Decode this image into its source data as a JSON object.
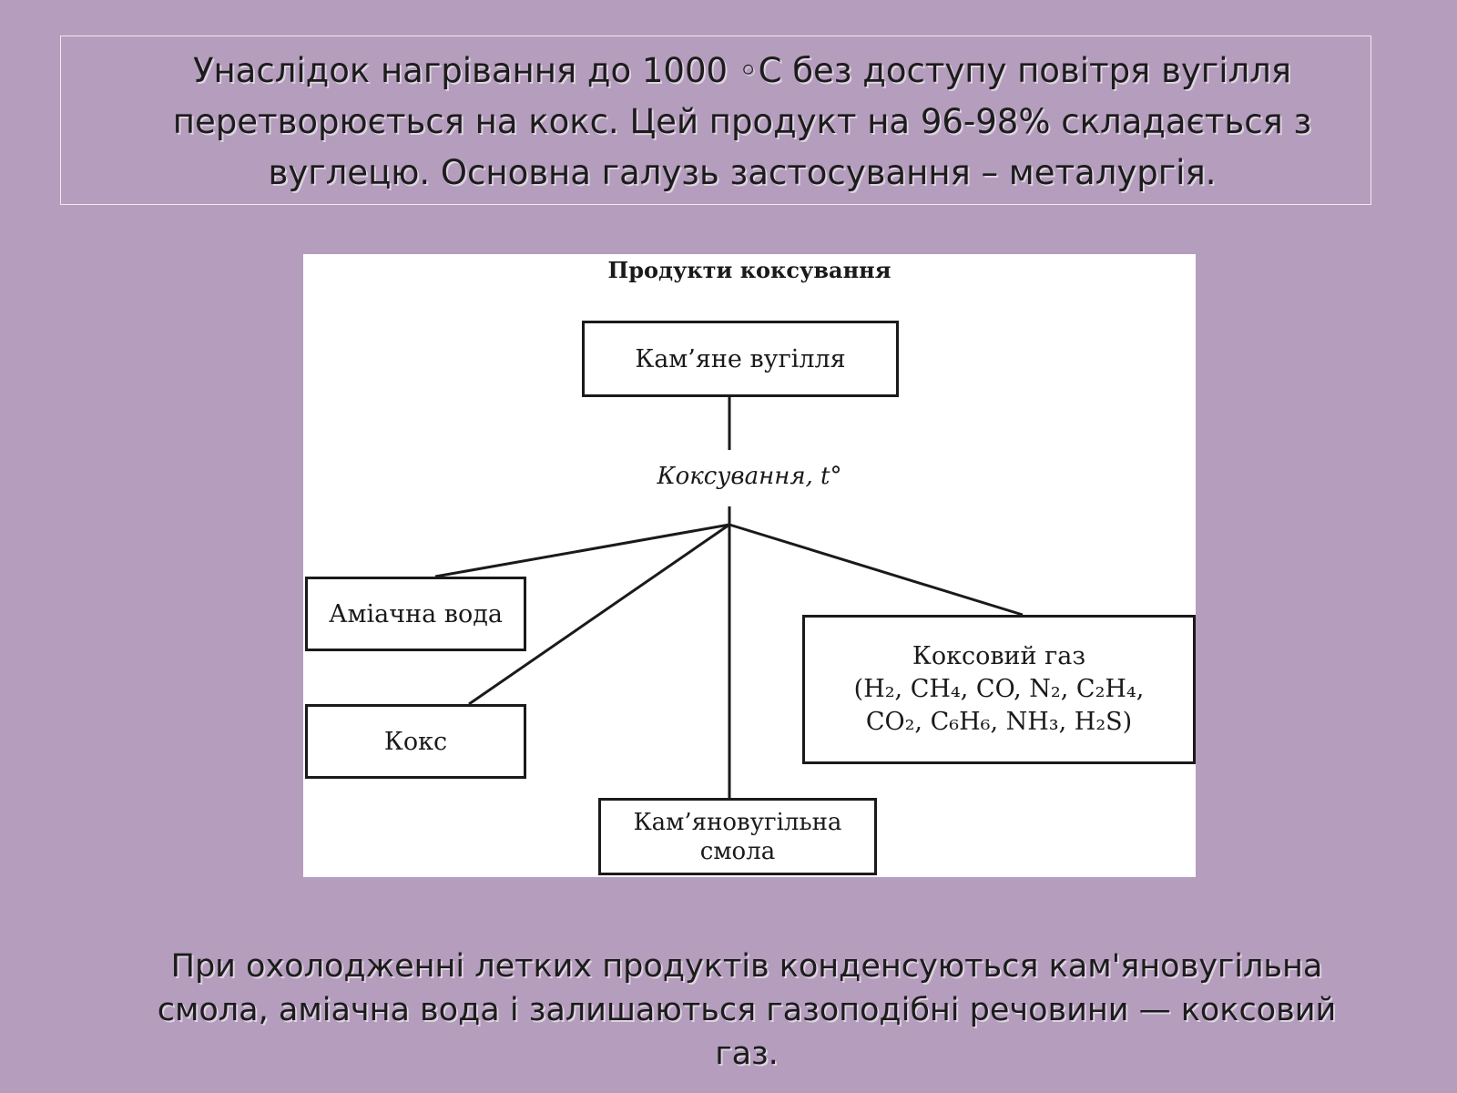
{
  "top_text": "Унаслідок нагрівання до 1000 ◦С без доступу повітря вугілля перетворюється на кокс. Цей продукт на 96-98% складається з вуглецю. Основна галузь застосування – металургія.",
  "diagram": {
    "title": "Продукти коксування",
    "source": "Кам’яне вугілля",
    "process": "Коксування, t°",
    "products": {
      "ammonia_water": "Аміачна вода",
      "coke": "Кокс",
      "tar_line1": "Кам’яновугільна",
      "tar_line2": "смола",
      "gas_title": "Коксовий газ",
      "gas_line1": "(H₂, CH₄, CO, N₂, C₂H₄,",
      "gas_line2": "CO₂, C₆H₆, NH₃, H₂S)"
    }
  },
  "bottom_text": "При охолодженні летких продуктів конденсуються кам'яновугільна смола, аміачна вода і залишаються газоподібні речовини — коксовий газ."
}
